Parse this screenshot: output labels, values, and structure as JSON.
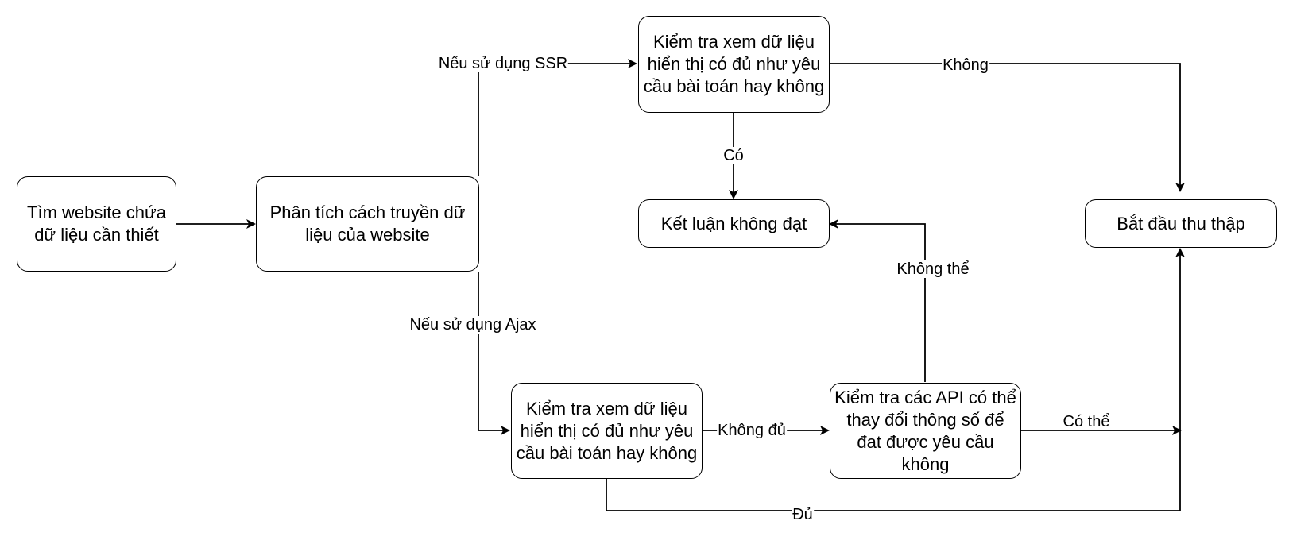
{
  "nodes": {
    "find_site": "Tìm website chứa dữ liệu cần thiết",
    "analyze": "Phân tích cách truyền dữ liệu của website",
    "check_ssr": "Kiểm tra xem dữ liệu hiển thị có đủ như yêu cầu bài toán hay không",
    "conclude_fail": "Kết luận không đạt",
    "start_collect": "Bắt đầu thu thập",
    "check_ajax": "Kiểm tra xem dữ liệu hiển thị có đủ như yêu cầu bài toán hay không",
    "check_api": "Kiểm tra các API có thể thay đổi thông số để đat được yêu cầu không"
  },
  "edges": {
    "if_ssr": "Nếu sử dụng SSR",
    "if_ajax": "Nếu sử dụng Ajax",
    "ssr_no": "Không",
    "ssr_yes": "Có",
    "ajax_not_enough": "Không đủ",
    "ajax_enough": "Đủ",
    "api_cannot": "Không thể",
    "api_can": "Có thể"
  },
  "colors": {
    "stroke": "#000000",
    "fill": "#ffffff"
  }
}
